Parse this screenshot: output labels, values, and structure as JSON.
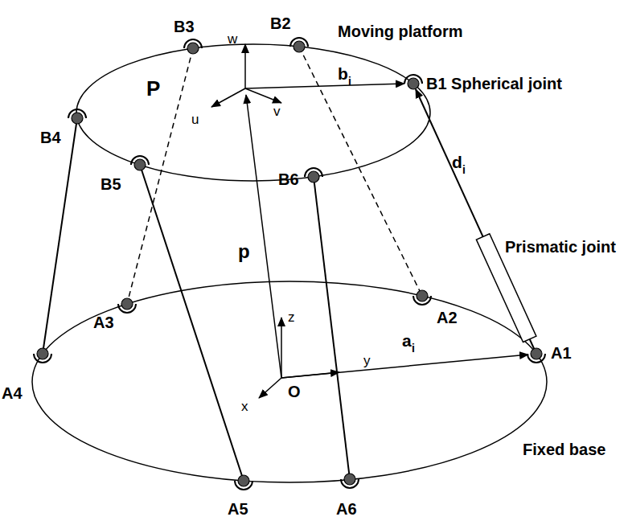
{
  "diagram": {
    "labels": [
      "B3",
      "B2",
      "Moving platform",
      "w",
      "P",
      "b",
      "i",
      "B1 Spherical joint",
      "B4",
      "u",
      "v",
      "B5",
      "B6",
      "d",
      "i",
      "p",
      "Prismatic joint",
      "z",
      "A2",
      "A3",
      "a",
      "i",
      "y",
      "A1",
      "A4",
      "O",
      "x",
      "Fixed base",
      "A5",
      "A6"
    ]
  }
}
